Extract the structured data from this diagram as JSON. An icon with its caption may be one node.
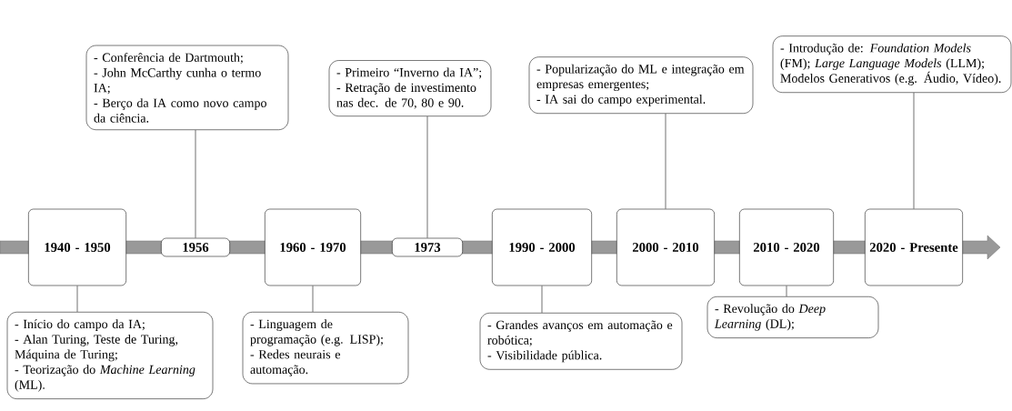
{
  "diagram": {
    "nodes": [
      {
        "text": [
          "1940 - 1950"
        ]
      },
      {
        "text": [
          "1956"
        ]
      },
      {
        "text": [
          "1960 - 1970"
        ]
      },
      {
        "text": [
          "1973"
        ]
      },
      {
        "text": [
          "1990 - 2000"
        ]
      },
      {
        "text": [
          "2000 - 2010"
        ]
      },
      {
        "text": [
          "2010 - 2020"
        ]
      },
      {
        "text": [
          "2020 - Presente"
        ]
      },
      {
        "text": [
          "- Início do campo da IA;",
          "- Alan Turing, Teste de Turing, Máquina de Turing;",
          "- Teorização do *Machine Learning* (ML)."
        ]
      },
      {
        "text": [
          "- Conferência de Dartmouth;",
          "- John McCarthy cunha o termo IA;",
          "- Berço da IA como novo campo da ciência."
        ]
      },
      {
        "text": [
          "- Linguagem de programação (e.g. LISP);",
          "- Redes neurais e automação."
        ]
      },
      {
        "text": [
          "- Primeiro “Inverno da IA”;",
          "- Retração de investimento nas dec. de 70, 80 e 90."
        ]
      },
      {
        "text": [
          "- Grandes avanços em automação e robótica;",
          "- Visibilidade pública."
        ]
      },
      {
        "text": [
          "- Popularização do ML e integração em empresas emergentes;",
          "- IA sai do campo experimental."
        ]
      },
      {
        "text": [
          "- Revolução do *Deep Learning* (DL);"
        ]
      },
      {
        "text": [
          "- Introdução de: *Foundation Models* (FM); *Large Language Models* (LLM); Modelos Generativos (e.g. Áudio, Vídeo)."
        ]
      }
    ],
    "edges": [
      {
        "from": 8,
        "to": 0,
        "arrow": "none"
      },
      {
        "from": 9,
        "to": 1,
        "arrow": "none"
      },
      {
        "from": 10,
        "to": 2,
        "arrow": "none"
      },
      {
        "from": 11,
        "to": 3,
        "arrow": "none"
      },
      {
        "from": 12,
        "to": 4,
        "arrow": "none"
      },
      {
        "from": 13,
        "to": 5,
        "arrow": "none"
      },
      {
        "from": 14,
        "to": 6,
        "arrow": "none"
      },
      {
        "from": 15,
        "to": 7,
        "arrow": "none"
      }
    ]
  }
}
